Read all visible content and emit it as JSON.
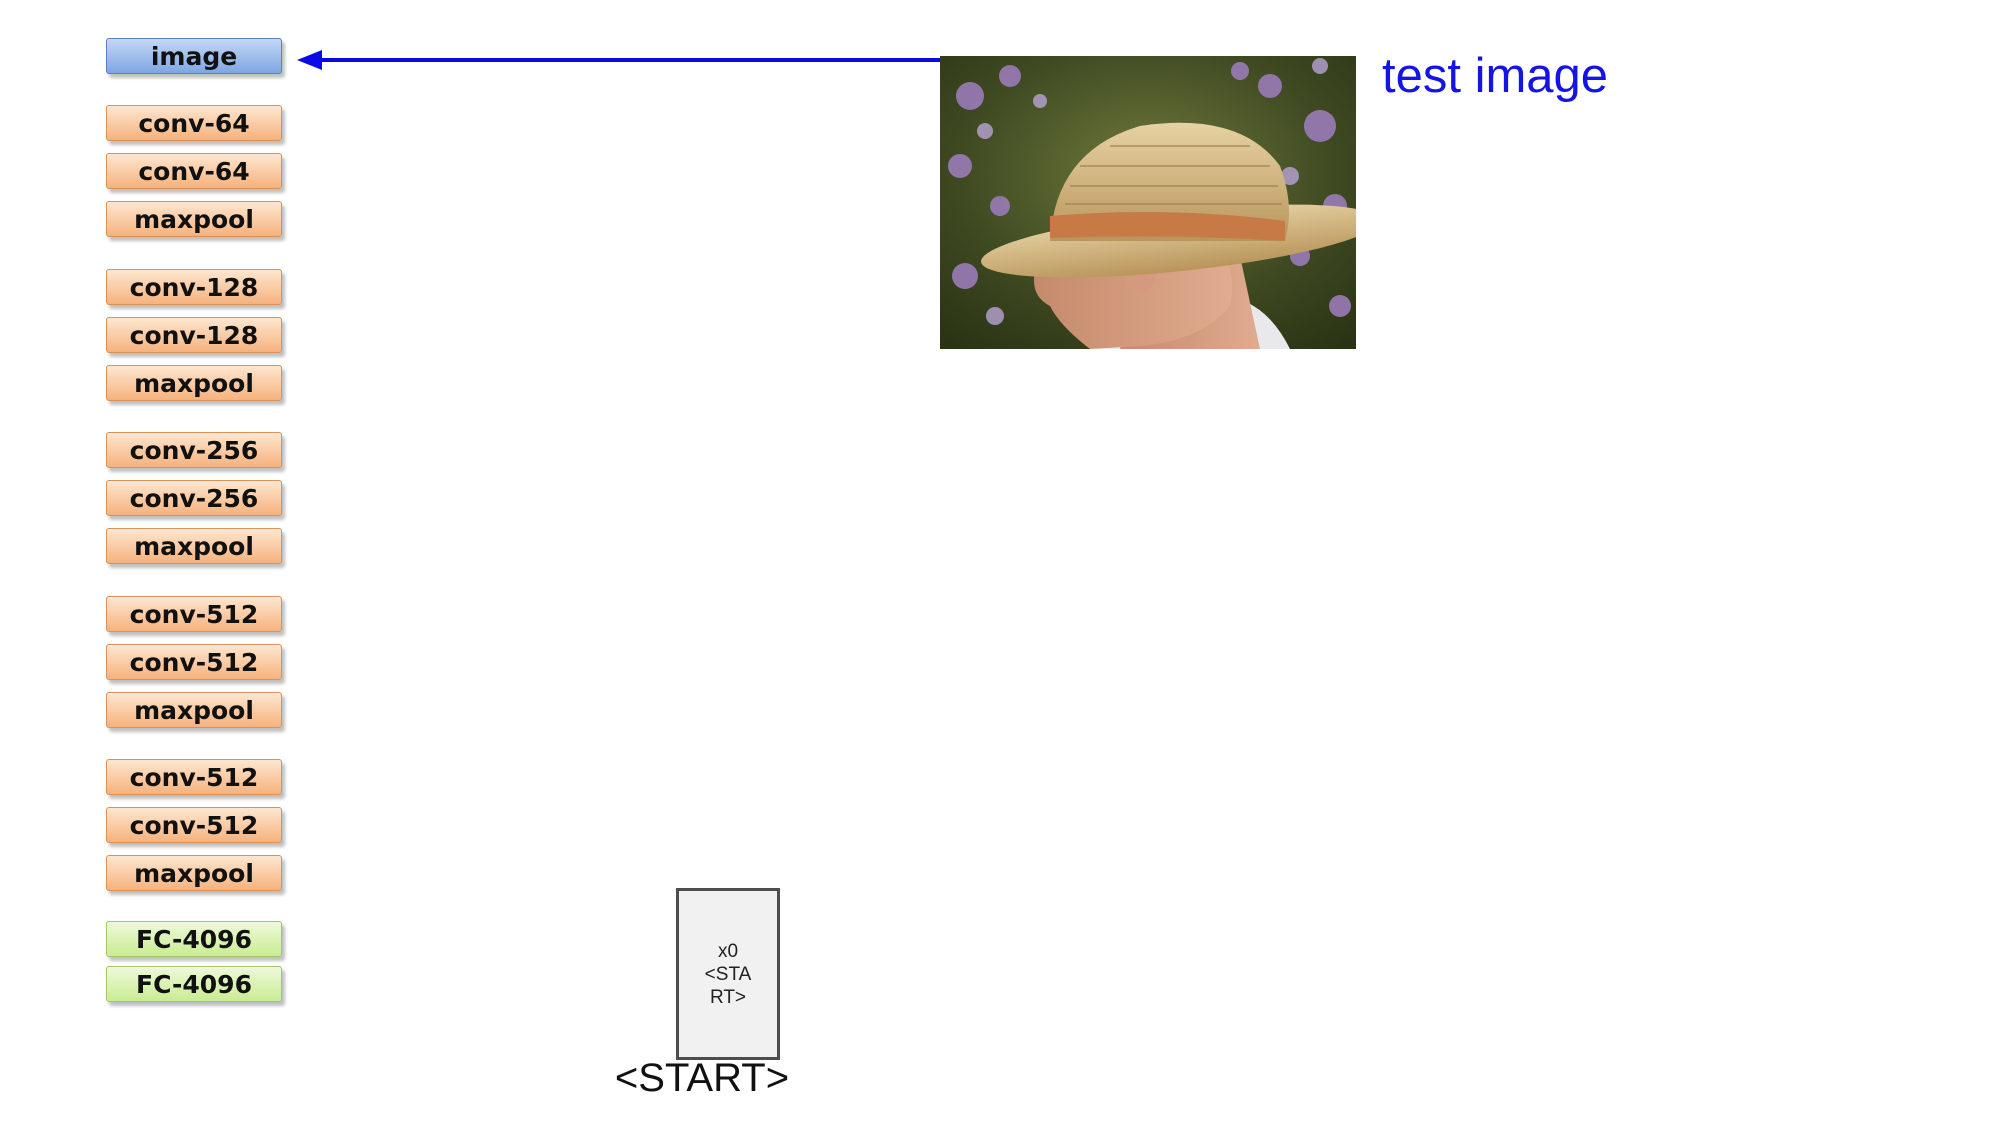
{
  "network": {
    "layers": [
      {
        "label": "image",
        "kind": "image"
      },
      {
        "label": "conv-64",
        "kind": "conv"
      },
      {
        "label": "conv-64",
        "kind": "conv"
      },
      {
        "label": "maxpool",
        "kind": "pool"
      },
      {
        "label": "conv-128",
        "kind": "conv"
      },
      {
        "label": "conv-128",
        "kind": "conv"
      },
      {
        "label": "maxpool",
        "kind": "pool"
      },
      {
        "label": "conv-256",
        "kind": "conv"
      },
      {
        "label": "conv-256",
        "kind": "conv"
      },
      {
        "label": "maxpool",
        "kind": "pool"
      },
      {
        "label": "conv-512",
        "kind": "conv"
      },
      {
        "label": "conv-512",
        "kind": "conv"
      },
      {
        "label": "maxpool",
        "kind": "pool"
      },
      {
        "label": "conv-512",
        "kind": "conv"
      },
      {
        "label": "conv-512",
        "kind": "conv"
      },
      {
        "label": "maxpool",
        "kind": "pool"
      },
      {
        "label": "FC-4096",
        "kind": "fc"
      },
      {
        "label": "FC-4096",
        "kind": "fc"
      }
    ]
  },
  "test_image": {
    "label": "test image",
    "label_color": "#1414e6",
    "arrow_color": "#0a0ae6",
    "content": "photo of a man wearing a straw hat, in profile, in front of purple flowers"
  },
  "decoder": {
    "x0_lines": [
      "x0",
      "<STA",
      "RT>"
    ],
    "start_label": "<START>"
  },
  "colors": {
    "image_layer": "#9bbcee",
    "conv_layer": "#f9c79b",
    "fc_layer": "#d6f1a9"
  }
}
